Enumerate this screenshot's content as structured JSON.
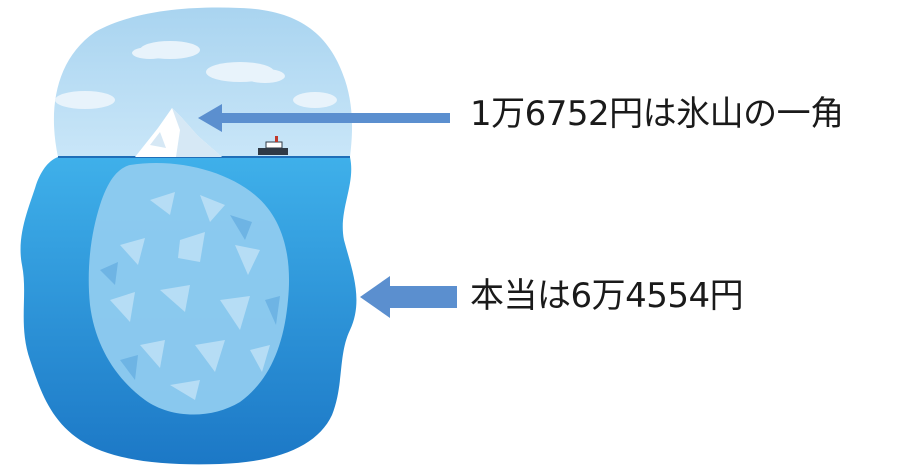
{
  "callouts": {
    "tip_label": "1万6752円は氷山の一角",
    "total_label": "本当は6万4554円"
  },
  "colors": {
    "sky": "#b7dcf3",
    "cloud": "#e6f2fb",
    "ocean_light": "#38a7e3",
    "ocean_dark": "#1f7fcc",
    "ice_tip": "#ffffff",
    "ice_shadow": "#cfe3f2",
    "ice_submerged": "#8fcbef",
    "arrow": "#5b8fcf",
    "text": "#1a1a1a"
  },
  "icons": [
    "iceberg-illustration",
    "ship-icon",
    "arrow-left-icon"
  ]
}
